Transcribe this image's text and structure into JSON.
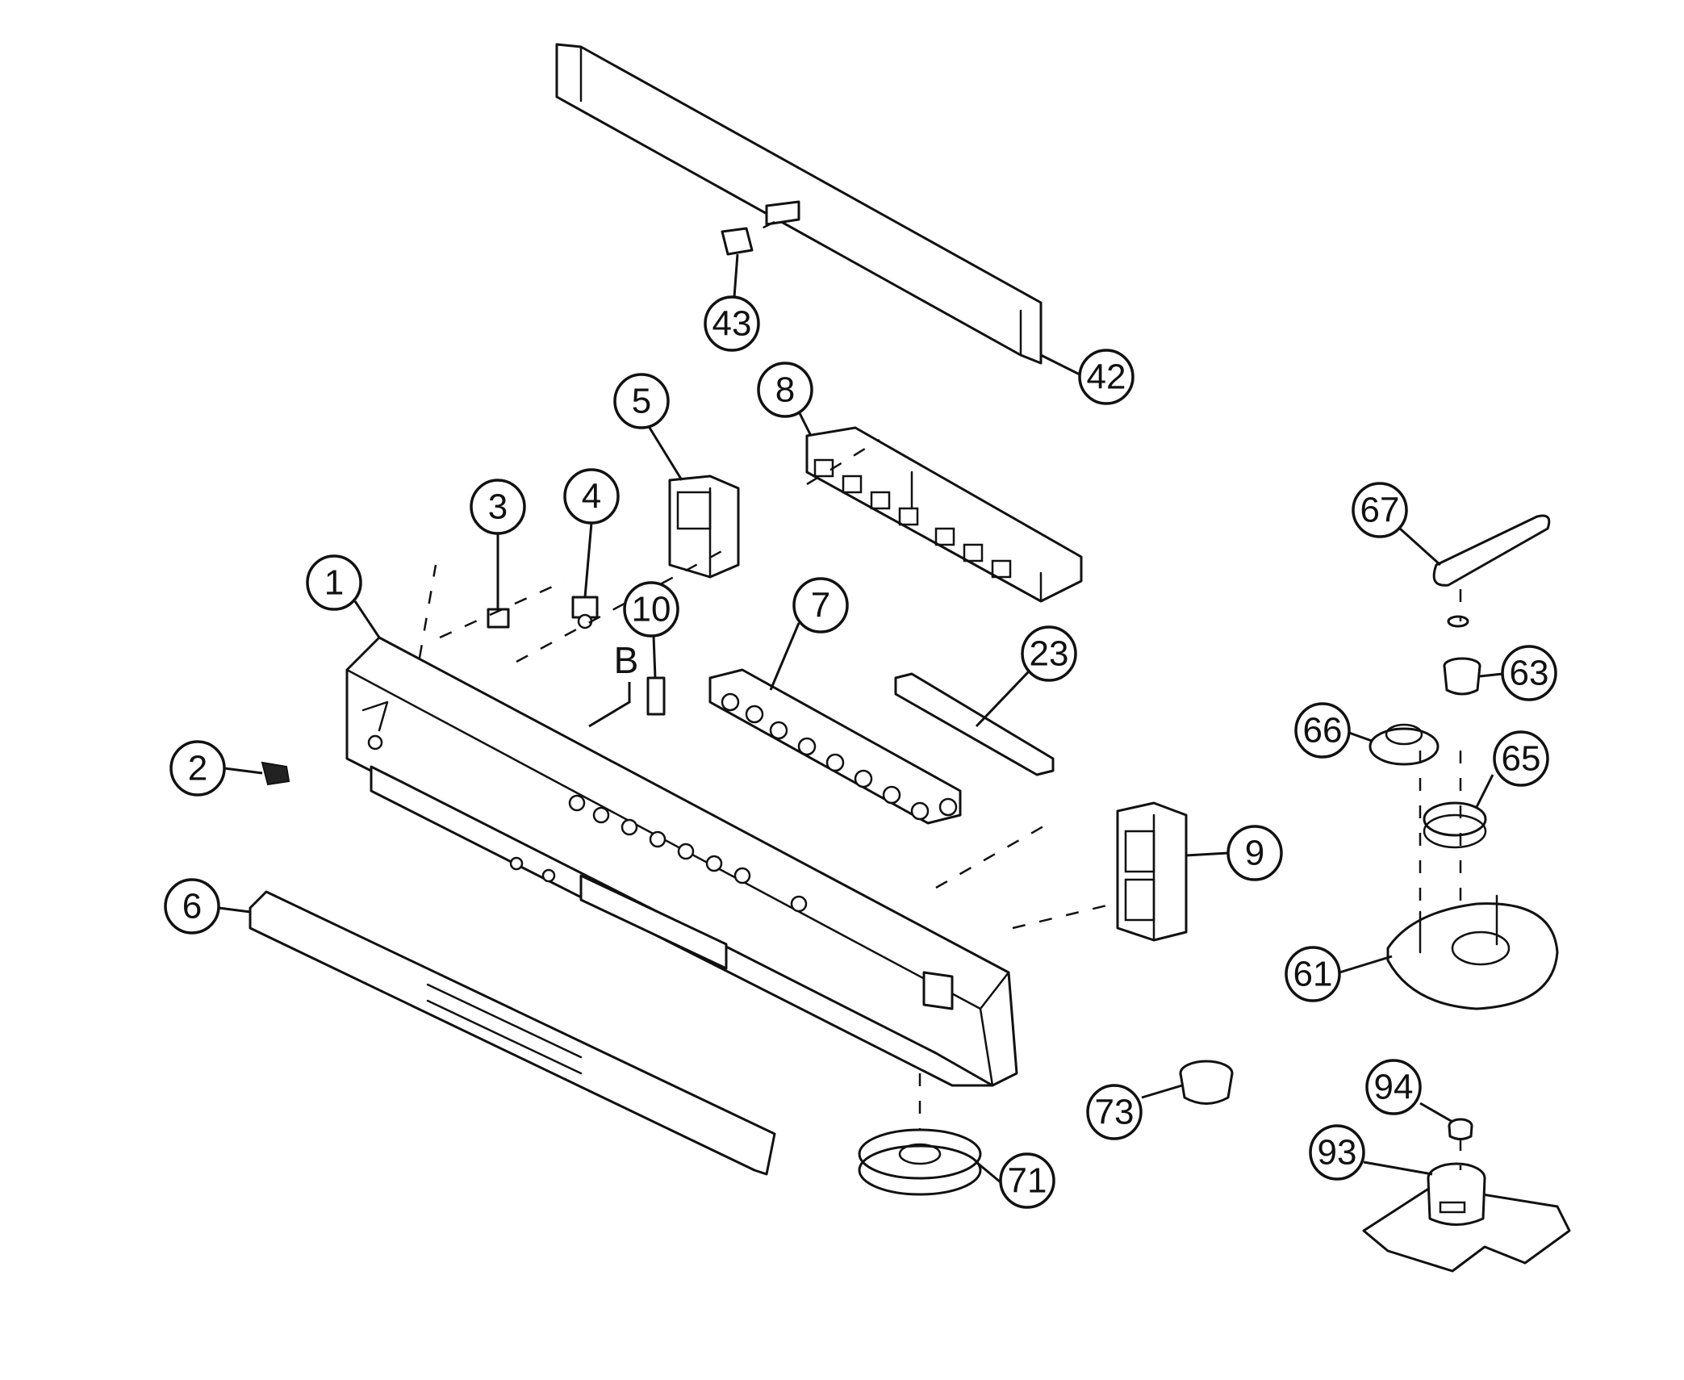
{
  "diagram": {
    "callouts": [
      {
        "id": "c1",
        "label": "1"
      },
      {
        "id": "c2",
        "label": "2"
      },
      {
        "id": "c3",
        "label": "3"
      },
      {
        "id": "c4",
        "label": "4"
      },
      {
        "id": "c5",
        "label": "5"
      },
      {
        "id": "c6",
        "label": "6"
      },
      {
        "id": "c7",
        "label": "7"
      },
      {
        "id": "c8",
        "label": "8"
      },
      {
        "id": "c9",
        "label": "9"
      },
      {
        "id": "c10",
        "label": "10"
      },
      {
        "id": "c23",
        "label": "23"
      },
      {
        "id": "c42",
        "label": "42"
      },
      {
        "id": "c43",
        "label": "43"
      },
      {
        "id": "c61",
        "label": "61"
      },
      {
        "id": "c63",
        "label": "63"
      },
      {
        "id": "c65",
        "label": "65"
      },
      {
        "id": "c66",
        "label": "66"
      },
      {
        "id": "c67",
        "label": "67"
      },
      {
        "id": "c71",
        "label": "71"
      },
      {
        "id": "c73",
        "label": "73"
      },
      {
        "id": "c93",
        "label": "93"
      },
      {
        "id": "c94",
        "label": "94"
      }
    ],
    "reference_label": "B"
  }
}
